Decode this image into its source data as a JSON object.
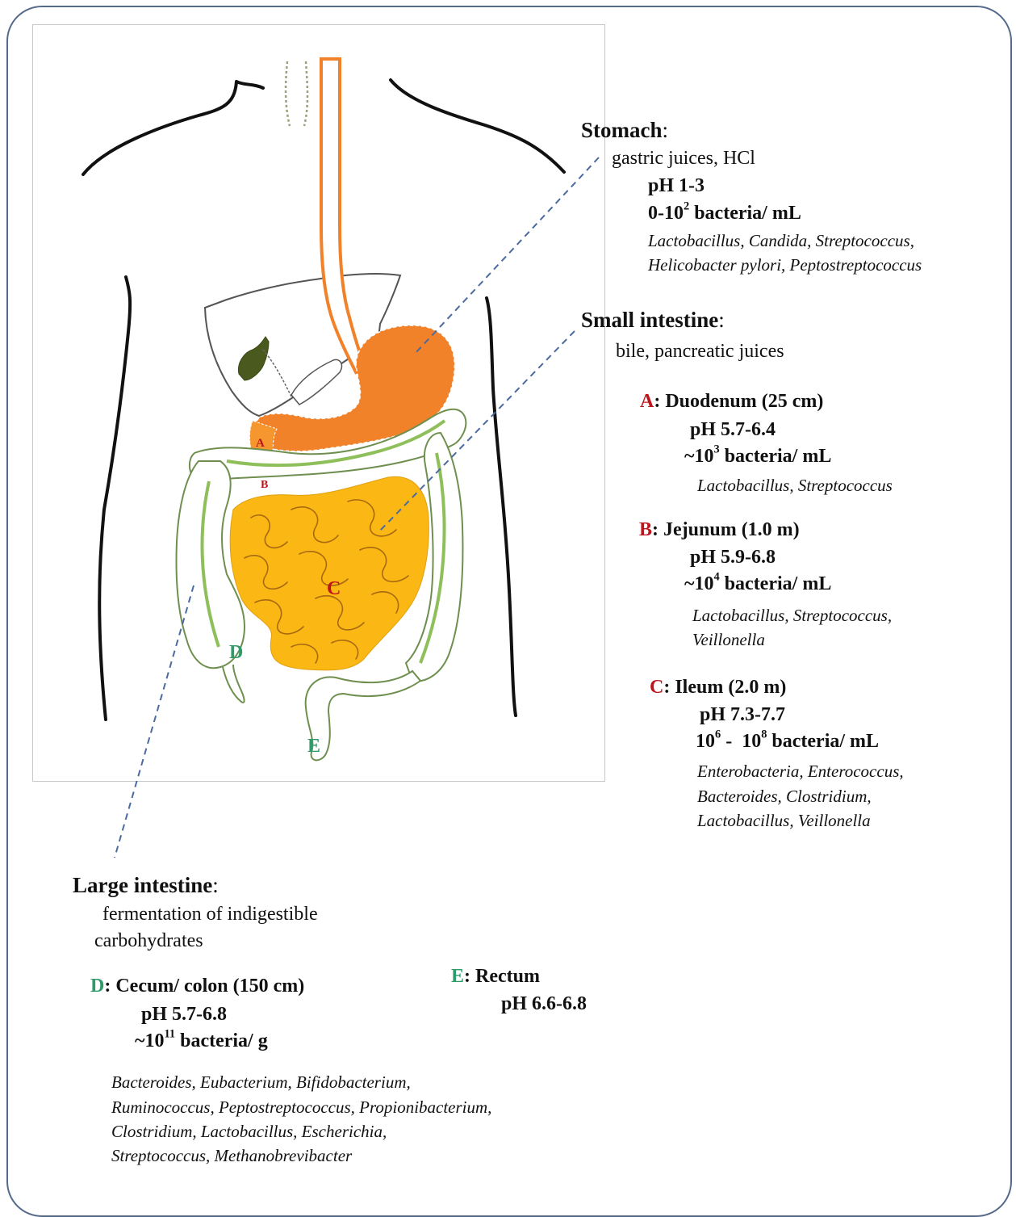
{
  "stomach": {
    "title": "Stomach",
    "colon": ":",
    "desc": "gastric juices, HCl",
    "ph": "pH 1-3",
    "bacteria_pre": "0-10",
    "bacteria_exp": "2",
    "bacteria_post": " bacteria/ mL",
    "genera_line1": "Lactobacillus, Candida, Streptococcus,",
    "genera_line2": "Helicobacter pylori, Peptostreptococcus"
  },
  "small_intestine": {
    "title": "Small intestine",
    "colon": ":",
    "desc": "bile, pancreatic juices",
    "duodenum": {
      "letter": "A",
      "label": ": Duodenum (25 cm)",
      "ph": "pH 5.7-6.4",
      "bacteria_pre": "~10",
      "bacteria_exp": "3",
      "bacteria_post": " bacteria/ mL",
      "genera_line1": "Lactobacillus, Streptococcus"
    },
    "jejunum": {
      "letter": "B",
      "label": ": Jejunum (1.0 m)",
      "ph": "pH 5.9-6.8",
      "bacteria_pre": "~10",
      "bacteria_exp": "4",
      "bacteria_post": " bacteria/ mL",
      "genera_line1": "Lactobacillus, Streptococcus,",
      "genera_line2": "Veillonella"
    },
    "ileum": {
      "letter": "C",
      "label": ": Ileum (2.0 m)",
      "ph": "pH 7.3-7.7",
      "bacteria_pre": "10",
      "bacteria_exp1": "6",
      "bacteria_mid": " -  10",
      "bacteria_exp2": "8",
      "bacteria_post": " bacteria/ mL",
      "genera_line1": "Enterobacteria, Enterococcus,",
      "genera_line2": "Bacteroides, Clostridium,",
      "genera_line3": "Lactobacillus, Veillonella"
    }
  },
  "large_intestine": {
    "title": "Large intestine",
    "colon": ":",
    "desc_line1": "fermentation of indigestible",
    "desc_line2": "carbohydrates",
    "cecum": {
      "letter": "D",
      "label": ": Cecum/ colon (150 cm)",
      "ph": "pH 5.7-6.8",
      "bacteria_pre": "~10",
      "bacteria_exp": "11",
      "bacteria_post": " bacteria/ g",
      "genera_line1": "Bacteroides, Eubacterium, Bifidobacterium,",
      "genera_line2": "Ruminococcus, Peptostreptococcus, Propionibacterium,",
      "genera_line3": "Clostridium, Lactobacillus, Escherichia,",
      "genera_line4": "Streptococcus, Methanobrevibacter"
    },
    "rectum": {
      "letter": "E",
      "label": ": Rectum",
      "ph": "pH 6.6-6.8"
    }
  },
  "diagram_marks": {
    "a": "A",
    "b": "B",
    "c": "C",
    "d": "D",
    "e": "E"
  },
  "colors": {
    "stomach": "#f2822a",
    "small_intestine": "#fbb714",
    "colon_fill": "#ffffff",
    "colon_line": "#7a9a58",
    "colon_highlight": "#8fbf5a",
    "gallbladder": "#4a5a1e",
    "label_red": "#c0141c",
    "label_green": "#2f9a6a",
    "leader": "#4a6aa0",
    "frame": "#55698a"
  }
}
